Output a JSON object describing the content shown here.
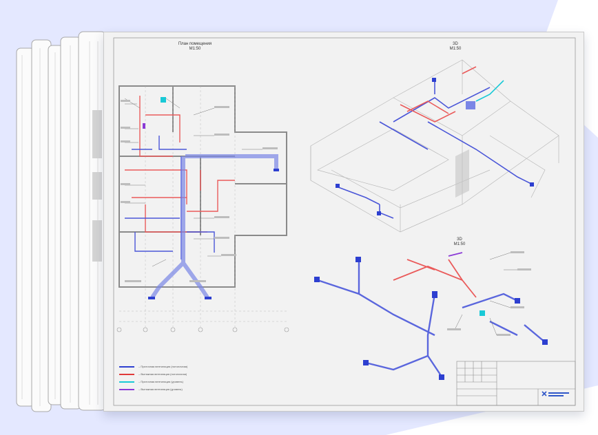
{
  "drawing": {
    "plan_title": "План помещения",
    "plan_scale": "М1:50",
    "view1_title": "3D",
    "view1_scale": "М1:50",
    "view2_title": "3D",
    "view2_scale": "М1:50"
  },
  "legend": [
    {
      "label": "– Приточная вентиляция (потолочная)",
      "color": "#2d3fd0"
    },
    {
      "label": "– Вытяжная вентиляция (потолочная)",
      "color": "#e03a3a"
    },
    {
      "label": "– Приточная вентиляция (уровень)",
      "color": "#19c9d6"
    },
    {
      "label": "– Вытяжная вентиляция (уровень)",
      "color": "#8a3ad6"
    }
  ],
  "colors": {
    "supply": "#4a56d8",
    "exhaust": "#ea5a5a",
    "page_background": "#e6e9ff",
    "brand": "#2f56c8"
  }
}
